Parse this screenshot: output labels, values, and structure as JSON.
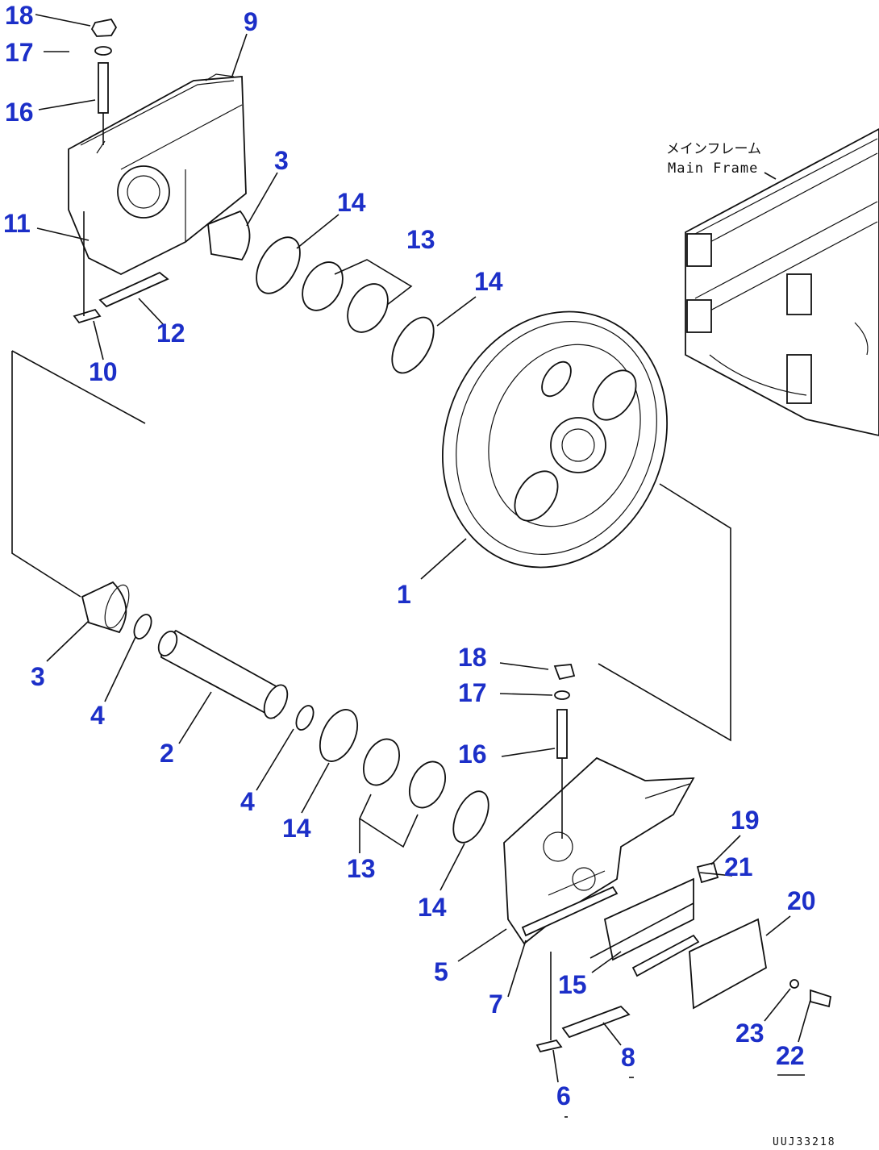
{
  "frame_label": {
    "japanese": "メインフレーム",
    "english": "Main Frame"
  },
  "drawing_code": "UUJ33218",
  "callouts": {
    "c18a": "18",
    "c17a": "17",
    "c16a": "16",
    "c9": "9",
    "c11": "11",
    "c12": "12",
    "c10": "10",
    "c3a": "3",
    "c14a": "14",
    "c13a": "13",
    "c14b": "14",
    "c1": "1",
    "c3b": "3",
    "c4a": "4",
    "c2": "2",
    "c4b": "4",
    "c14c": "14",
    "c13b": "13",
    "c14d": "14",
    "c18b": "18",
    "c17b": "17",
    "c16b": "16",
    "c19": "19",
    "c21": "21",
    "c20": "20",
    "c5": "5",
    "c7": "7",
    "c15": "15",
    "c23": "23",
    "c22": "22",
    "c8": "8",
    "c6": "6"
  }
}
